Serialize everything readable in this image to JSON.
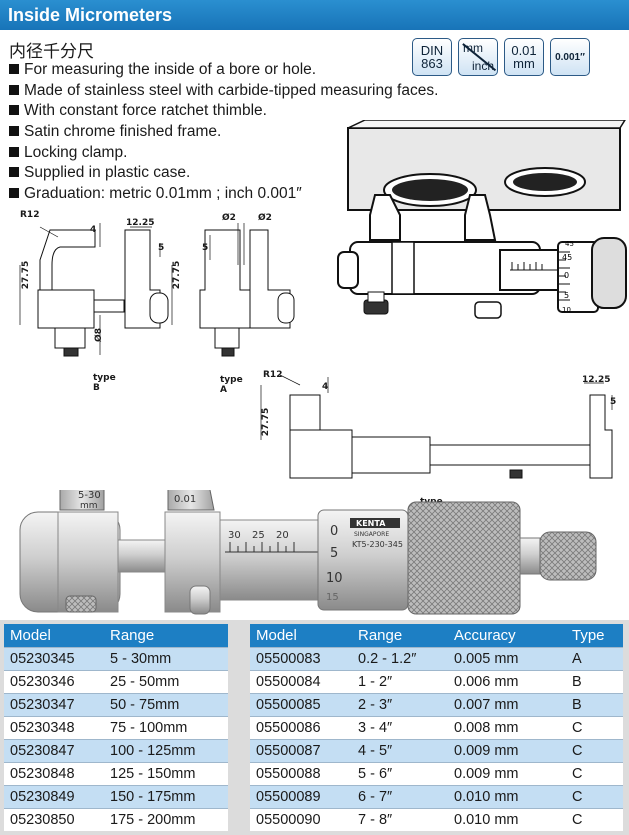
{
  "header": {
    "title": "Inside Micrometers",
    "subtitle_cn": "内径千分尺"
  },
  "features": [
    "For measuring the inside of a bore or hole.",
    "Made of stainless steel with carbide-tipped measuring faces.",
    "With constant force ratchet thimble.",
    "Satin chrome finished frame.",
    "Locking clamp.",
    "Supplied in plastic case.",
    "Graduation: metric 0.01mm ; inch 0.001″"
  ],
  "badges": {
    "din_top": "DIN",
    "din_bottom": "863",
    "mm": "mm",
    "inch": "inch",
    "res_mm_top": "0.01",
    "res_mm_bottom": "mm",
    "res_inch": "0.001″"
  },
  "drawing_labels": {
    "r12_a": "R12",
    "dim_4_a": "4",
    "dim_1225_a": "12.25",
    "dim_5_a": "5",
    "dim_2775_a": "27.75",
    "dim_2775_b": "27.75",
    "dia_8": "Ø8",
    "dia_2_left": "Ø2",
    "dia_2_right": "Ø2",
    "dim_5_b": "5",
    "type_b": "type B",
    "type_a": "type A",
    "r12_c": "R12",
    "dim_4_c": "4",
    "dim_2775_c": "27.75",
    "dim_1225_c": "12.25",
    "dim_5_c": "5",
    "type_c": "type C"
  },
  "illustration_labels": {
    "scale_top": "45",
    "scale_mid": "45",
    "scale_0": "0",
    "scale_5": "5",
    "scale_10": "10"
  },
  "photo_labels": {
    "jaw_range": "5-30",
    "jaw_unit": "mm",
    "jaw_res": "0.01",
    "sleeve_30": "30",
    "sleeve_25": "25",
    "sleeve_20": "20",
    "thimble_0": "0",
    "thimble_5": "5",
    "thimble_10": "10",
    "thimble_15": "15",
    "brand": "KENTA",
    "brand_sub": "SINGAPORE",
    "model_mark": "KT5-230-345"
  },
  "metric_table": {
    "headers": [
      "Model",
      "Range"
    ],
    "rows": [
      [
        "05230345",
        "5 - 30mm"
      ],
      [
        "05230346",
        "25 - 50mm"
      ],
      [
        "05230347",
        "50 - 75mm"
      ],
      [
        "05230348",
        "75 - 100mm"
      ],
      [
        "05230847",
        "100 - 125mm"
      ],
      [
        "05230848",
        "125 - 150mm"
      ],
      [
        "05230849",
        "150 - 175mm"
      ],
      [
        "05230850",
        "175 - 200mm"
      ]
    ]
  },
  "inch_table": {
    "headers": [
      "Model",
      "Range",
      "Accuracy",
      "Type"
    ],
    "rows": [
      [
        "05500083",
        "0.2 - 1.2″",
        "0.005 mm",
        "A"
      ],
      [
        "05500084",
        "1 - 2″",
        "0.006 mm",
        "B"
      ],
      [
        "05500085",
        "2 - 3″",
        "0.007 mm",
        "B"
      ],
      [
        "05500086",
        "3 - 4″",
        "0.008 mm",
        "C"
      ],
      [
        "05500087",
        "4 - 5″",
        "0.009 mm",
        "C"
      ],
      [
        "05500088",
        "5 - 6″",
        "0.009 mm",
        "C"
      ],
      [
        "05500089",
        "6 - 7″",
        "0.010 mm",
        "C"
      ],
      [
        "05500090",
        "7 - 8″",
        "0.010 mm",
        "C"
      ]
    ]
  }
}
